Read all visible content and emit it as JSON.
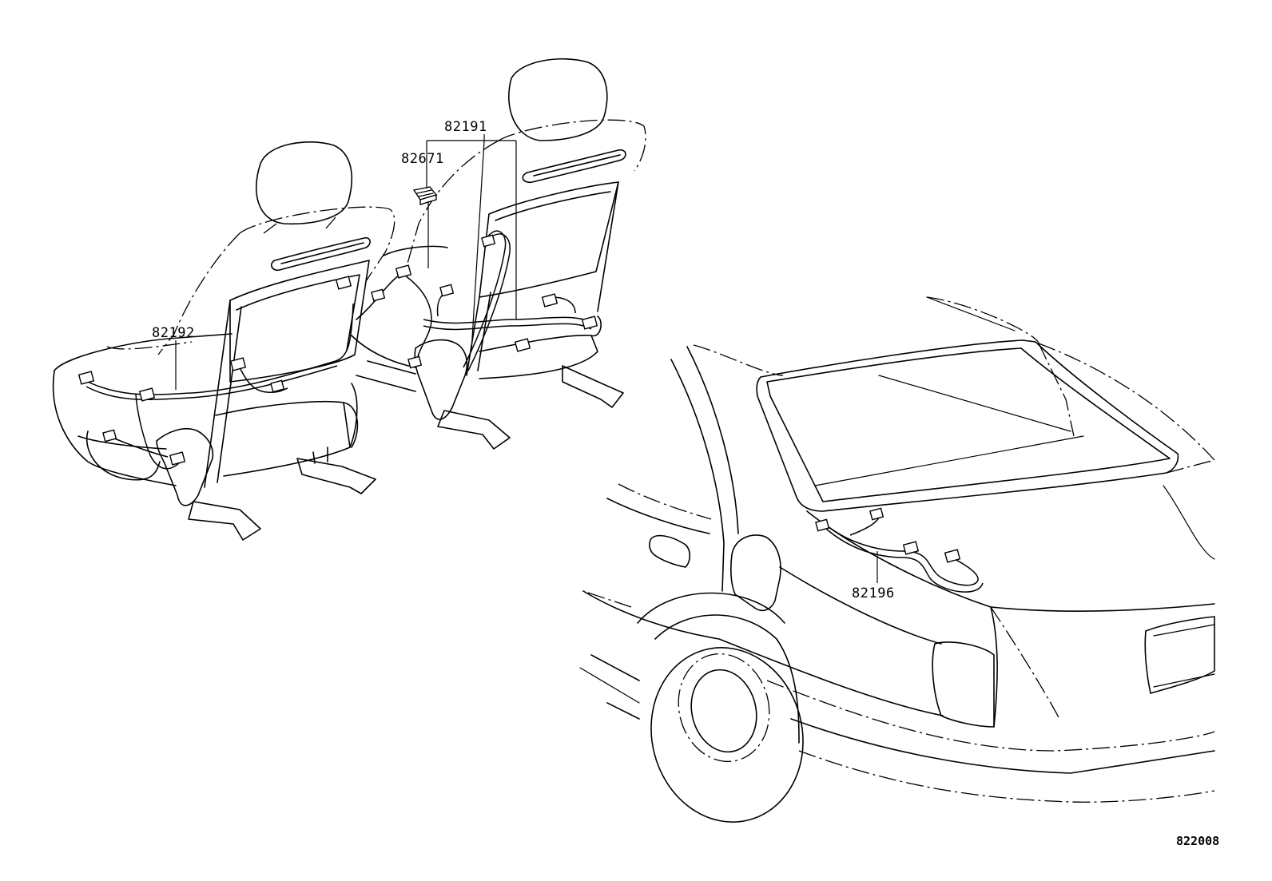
{
  "diagram": {
    "part_labels": {
      "p82191": "82191",
      "p82671": "82671",
      "p82192": "82192",
      "p82196": "82196"
    },
    "reference_code": "822008"
  }
}
